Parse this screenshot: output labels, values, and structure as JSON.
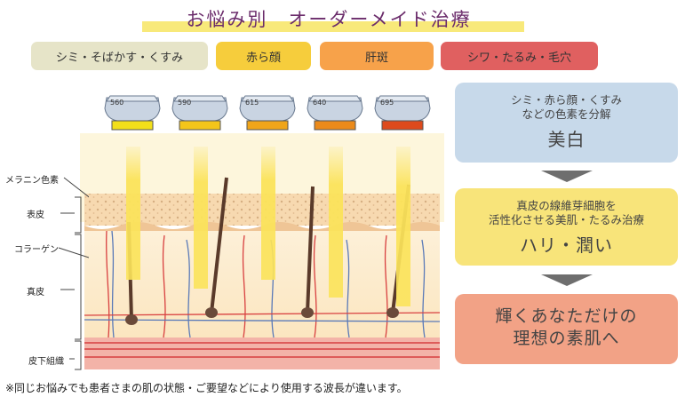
{
  "title": "お悩み別　オーダーメイド治療",
  "concerns": [
    {
      "label": "シミ・そばかす・くすみ",
      "color": "#e6e4c8"
    },
    {
      "label": "赤ら顔",
      "color": "#f6cd3c"
    },
    {
      "label": "肝斑",
      "color": "#f7a24a"
    },
    {
      "label": "シワ・たるみ・毛穴",
      "color": "#e06060"
    }
  ],
  "wavelengths": [
    "560",
    "590",
    "615",
    "640",
    "695"
  ],
  "filter_colors": [
    "#f2df1a",
    "#f3c51a",
    "#f0a51a",
    "#eb8a1a",
    "#dd4a1c"
  ],
  "layer_labels": {
    "melanin": "メラニン色素",
    "epidermis": "表皮",
    "collagen": "コラーゲン",
    "dermis": "真皮",
    "subcutaneous": "皮下組織"
  },
  "effects": [
    {
      "sub": [
        "シミ・赤ら顔・くすみ",
        "などの色素を分解"
      ],
      "big": [
        "美白"
      ],
      "color": "#c7d9ea"
    },
    {
      "sub": [
        "真皮の線維芽細胞を",
        "活性化させる美肌・たるみ治療"
      ],
      "big": [
        "ハリ・潤い"
      ],
      "color": "#f8e47a"
    },
    {
      "sub": [],
      "big": [
        "輝くあなただけの",
        "理想の素肌へ"
      ],
      "color": "#f2a286"
    }
  ],
  "colors": {
    "arrow": "#6e6e6e",
    "title": "#6b2c6b",
    "highlight": "#f8e97a"
  },
  "footnote": "※同じお悩みでも患者さまの肌の状態・ご要望などにより使用する波長が違います。"
}
